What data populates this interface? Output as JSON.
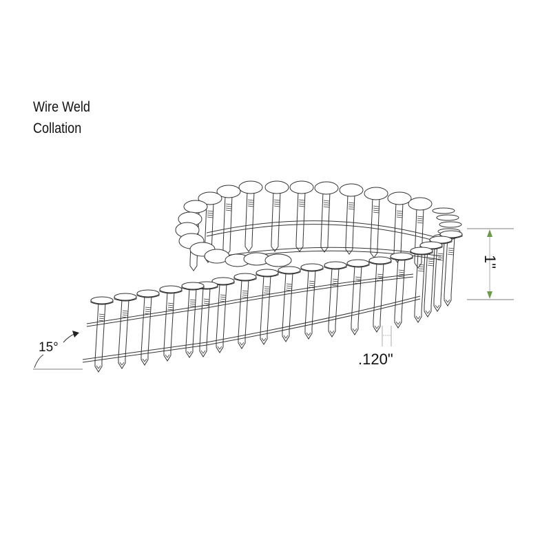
{
  "title": {
    "line1": "Wire Weld",
    "line2": "Collation"
  },
  "dimensions": {
    "angle": "15°",
    "shank_diameter": ".120\"",
    "length": "1\""
  },
  "colors": {
    "line": "#333333",
    "dimension_line": "#a8a8a8",
    "length_arrow": "#6a9a4a",
    "background": "#ffffff"
  },
  "illustration": {
    "subject": "coil of collated nails",
    "collation_type": "wire weld",
    "head_type": "flat round head",
    "shank": "ring shank",
    "point": "diamond point"
  }
}
